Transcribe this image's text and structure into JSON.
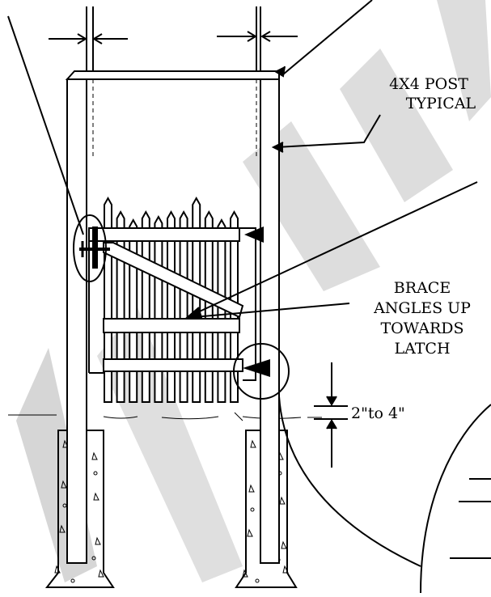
{
  "callouts": {
    "post": [
      "4X4 POST",
      "TYPICAL"
    ],
    "brace": [
      "BRACE",
      "ANGLES UP",
      "TOWARDS",
      "LATCH"
    ],
    "gap": "2\"to 4\""
  },
  "watermark": {
    "text": "SAMPLE",
    "color": "#c8c8c8"
  },
  "colors": {
    "line": "#000000",
    "background": "#ffffff"
  }
}
